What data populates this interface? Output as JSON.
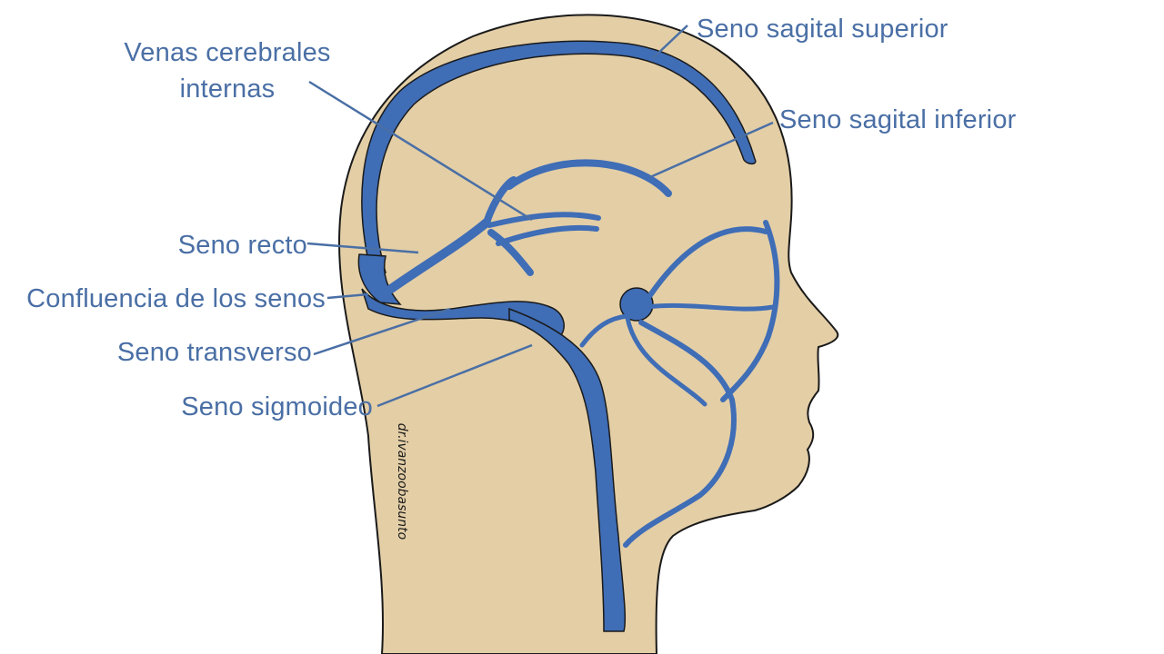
{
  "colors": {
    "skin": "#E3CEA6",
    "vein": "#3F6DB6",
    "label": "#4A6FA5",
    "outline": "#1A1A1A",
    "background": "#FFFFFF"
  },
  "labels": {
    "seno_sagital_superior": "Seno sagital superior",
    "seno_sagital_inferior": "Seno sagital inferior",
    "venas_cerebrales_line1": "Venas cerebrales",
    "venas_cerebrales_line2": "internas",
    "seno_recto": "Seno recto",
    "confluencia": "Confluencia de los senos",
    "seno_transverso": "Seno transverso",
    "seno_sigmoideo": "Seno sigmoideo"
  },
  "signature": "dr.ivanzoobasunto"
}
